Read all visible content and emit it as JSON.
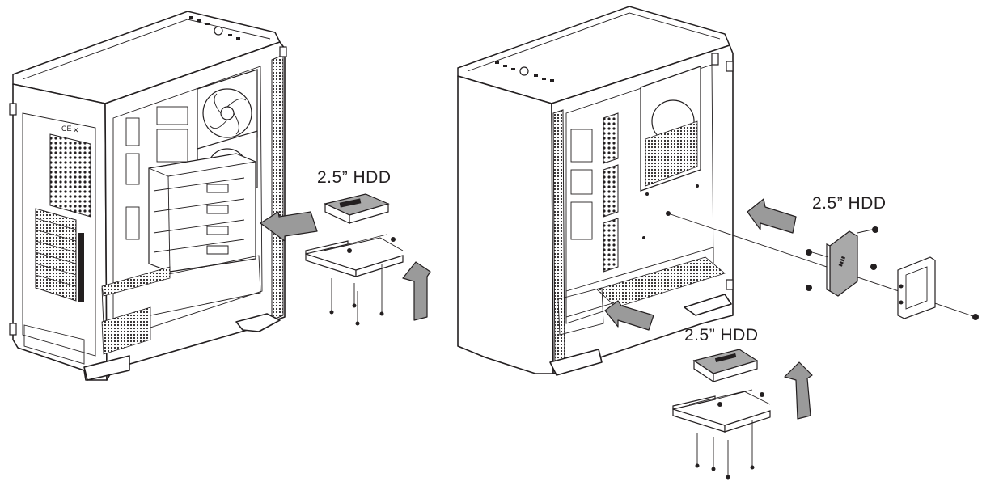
{
  "labels": {
    "left_hdd": "2.5” HDD",
    "right_hdd_side": "2.5” HDD",
    "right_hdd_bottom": "2.5” HDD"
  },
  "colors": {
    "line": "#231f20",
    "arrow_fill": "#9a9a9a",
    "disk_fill": "#a9a9a9",
    "background": "#ffffff"
  }
}
